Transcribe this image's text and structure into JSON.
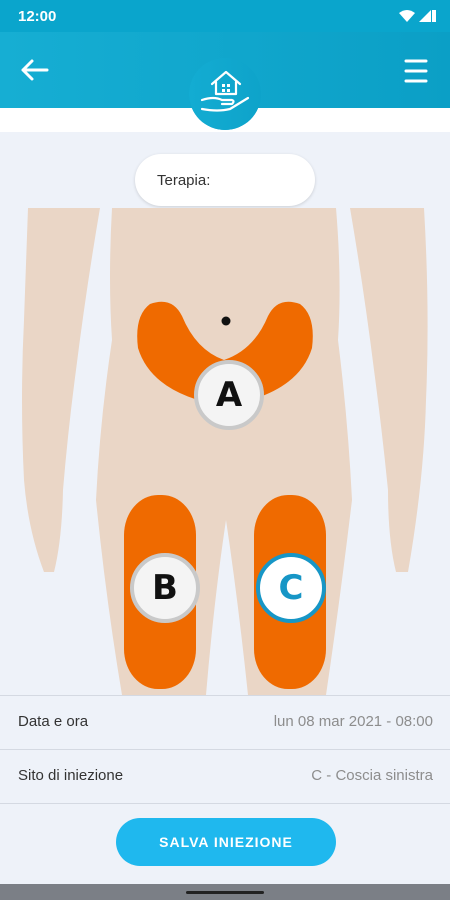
{
  "status_bar": {
    "time": "12:00"
  },
  "header": {
    "logo_icon": "house-hand-icon",
    "back_icon": "arrow-left-icon",
    "menu_icon": "hamburger-menu-icon"
  },
  "therapy": {
    "label": "Terapia:"
  },
  "zones": {
    "a": "A",
    "b": "B",
    "c": "C"
  },
  "details": {
    "date_label": "Data e ora",
    "date_value": "lun 08 mar 2021 - 08:00",
    "site_label": "Sito di iniezione",
    "site_value": "C - Coscia sinistra"
  },
  "actions": {
    "save_label": "SALVA INIEZIONE"
  },
  "colors": {
    "accent": "#1fb8ee",
    "selected_zone": "#1796c6",
    "zone_fill": "#ef6a00",
    "skin": "#ead6c6"
  }
}
